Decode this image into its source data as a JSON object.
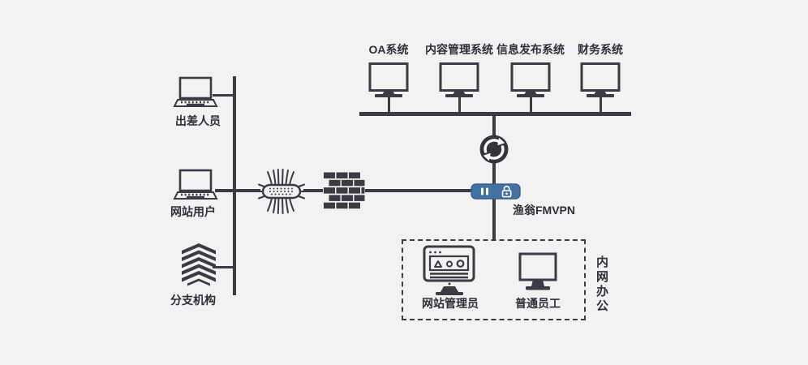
{
  "colors": {
    "background": "#f2f2f2",
    "line": "#3a3b43",
    "text": "#2e2f36",
    "vpn_blue": "#4271a2",
    "white": "#ffffff"
  },
  "icons": {
    "internet": "internet-chip-icon",
    "firewall": "firewall-brick-icon",
    "switch": "sync-arrows-icon",
    "vpn": "vpn-gateway-icon",
    "laptop": "laptop-icon",
    "building": "building-icon",
    "monitor": "desktop-monitor-icon",
    "admin_workstation": "admin-workstation-icon"
  },
  "top_systems": {
    "items": [
      {
        "label": "OA系统",
        "icon": "desktop-monitor-icon"
      },
      {
        "label": "内容管理系统",
        "icon": "desktop-monitor-icon"
      },
      {
        "label": "信息发布系统",
        "icon": "desktop-monitor-icon"
      },
      {
        "label": "财务系统",
        "icon": "desktop-monitor-icon"
      }
    ]
  },
  "left_nodes": {
    "items": [
      {
        "label": "出差人员",
        "icon": "laptop-icon"
      },
      {
        "label": "网站用户",
        "icon": "laptop-icon"
      },
      {
        "label": "分支机构",
        "icon": "building-icon"
      }
    ]
  },
  "security_chain": {
    "vpn_label": "渔翁FMVPN"
  },
  "intranet_zone": {
    "label": "内网办公",
    "members": [
      {
        "label": "网站管理员",
        "icon": "admin-workstation-icon"
      },
      {
        "label": "普通员工",
        "icon": "desktop-monitor-icon"
      }
    ]
  }
}
